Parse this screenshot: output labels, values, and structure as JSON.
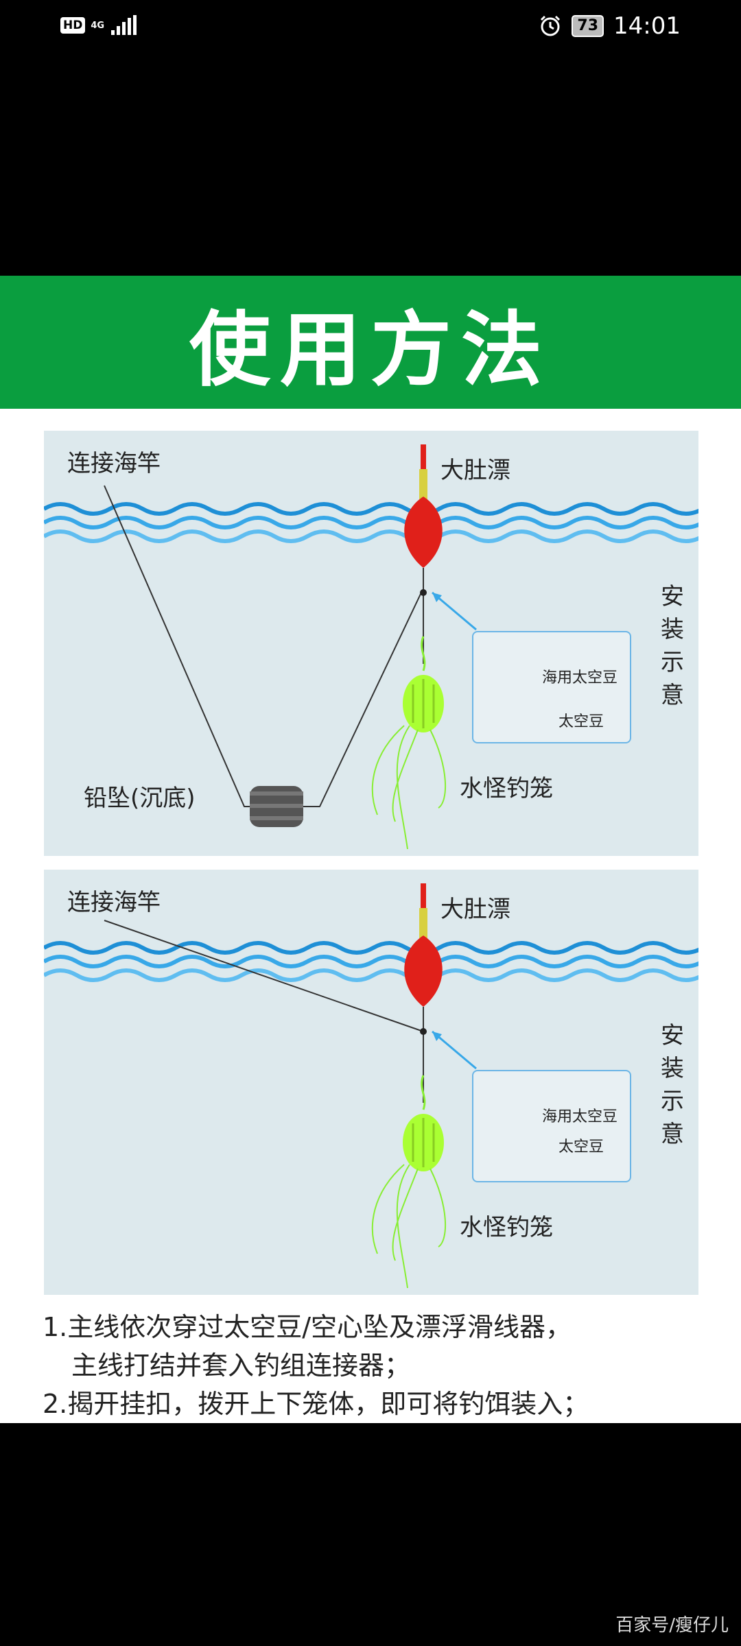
{
  "status_bar": {
    "hd": "HD",
    "network": "4G",
    "battery": "73",
    "time": "14:01"
  },
  "banner": {
    "title": "使用方法"
  },
  "diagram_top": {
    "rod_label": "连接海竿",
    "float_label": "大肚漂",
    "sinker_label": "铅坠(沉底)",
    "cage_label": "水怪钓笼",
    "side_label": "安装示意",
    "inset_line1": "海用太空豆",
    "inset_line2": "太空豆"
  },
  "diagram_bottom": {
    "rod_label": "连接海竿",
    "float_label": "大肚漂",
    "cage_label": "水怪钓笼",
    "side_label": "安装示意",
    "inset_line1": "海用太空豆",
    "inset_line2": "太空豆"
  },
  "instructions": {
    "line1": "1.主线依次穿过太空豆/空心坠及漂浮滑线器，",
    "line1b": "主线打结并套入钓组连接器；",
    "line2": "2.揭开挂扣，拨开上下笼体，即可将钓饵装入；"
  },
  "watermark": "百家号/瘦仔儿",
  "colors": {
    "banner_green": "#0a9e3f",
    "water_blue": "#1e8fd6",
    "float_red": "#e0201a",
    "cage_green": "#aaff33",
    "panel_bg": "#dde9ed"
  }
}
